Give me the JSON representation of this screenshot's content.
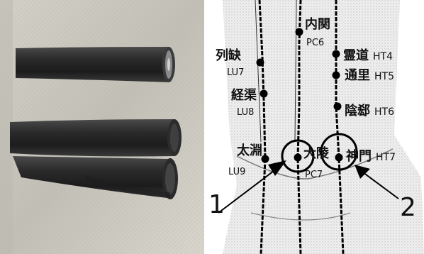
{
  "meridian_labels": {
    "lu7": {
      "name": "列缺",
      "code": "LU7"
    },
    "lu8": {
      "name": "経渠",
      "code": "LU8"
    },
    "lu9": {
      "name": "太淵",
      "code": "LU9"
    },
    "pc6": {
      "name": "内関",
      "code": "PC6"
    },
    "pc7": {
      "name": "大陵",
      "code": "PC7"
    },
    "ht4": {
      "name": "霊道",
      "code": "HT4"
    },
    "ht5": {
      "name": "通里",
      "code": "HT5"
    },
    "ht6": {
      "name": "陰郄",
      "code": "HT6"
    },
    "ht7": {
      "name": "神門",
      "code": "HT7"
    }
  },
  "callouts": [
    "1",
    "2"
  ],
  "colors": {
    "photo_bg": "#c9c6bd",
    "rod": "#2b2b2b",
    "line": "#000000",
    "skin": "#e4e4e4"
  },
  "icons": [
    "acupuncture-rod-photo",
    "wrist-meridian-diagram",
    "circle-marker",
    "arrow-pointer"
  ]
}
